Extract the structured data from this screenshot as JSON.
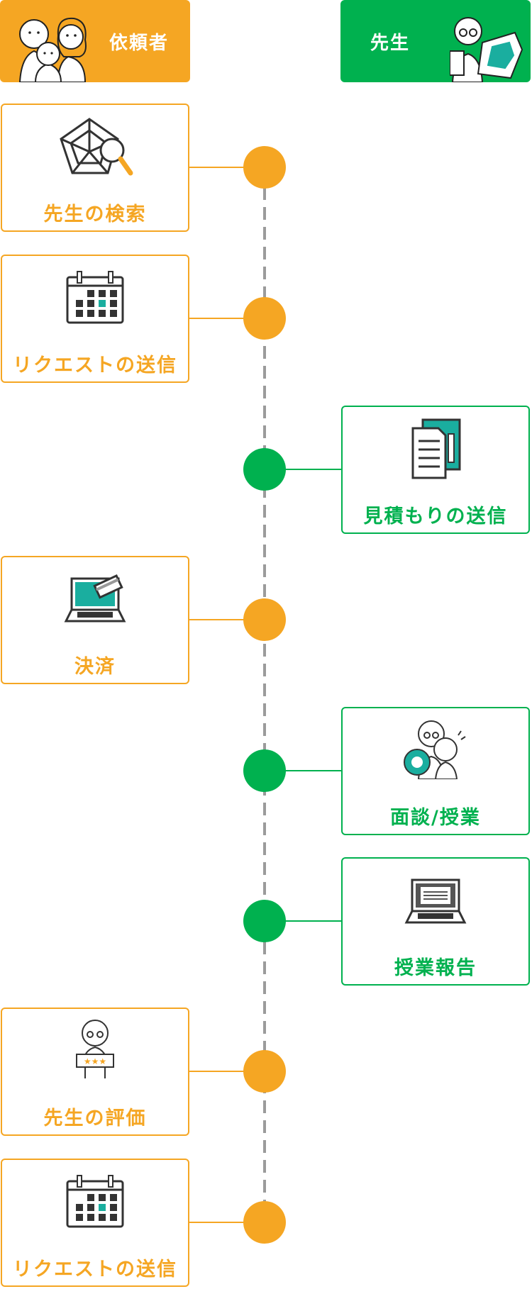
{
  "headers": {
    "client": "依頼者",
    "teacher": "先生"
  },
  "steps": [
    {
      "side": "client",
      "label": "先生の検索",
      "icon": "radar-search-icon"
    },
    {
      "side": "client",
      "label": "リクエストの送信",
      "icon": "calendar-icon"
    },
    {
      "side": "teacher",
      "label": "見積もりの送信",
      "icon": "document-icon"
    },
    {
      "side": "client",
      "label": "決済",
      "icon": "laptop-card-icon"
    },
    {
      "side": "teacher",
      "label": "面談/授業",
      "icon": "meeting-icon"
    },
    {
      "side": "teacher",
      "label": "授業報告",
      "icon": "laptop-report-icon"
    },
    {
      "side": "client",
      "label": "先生の評価",
      "icon": "rating-icon"
    },
    {
      "side": "client",
      "label": "リクエストの送信",
      "icon": "calendar-icon"
    }
  ],
  "colors": {
    "client": "#F5A623",
    "teacher": "#00B14F",
    "line": "#9B9B9B",
    "accent": "#1AAE9F"
  }
}
